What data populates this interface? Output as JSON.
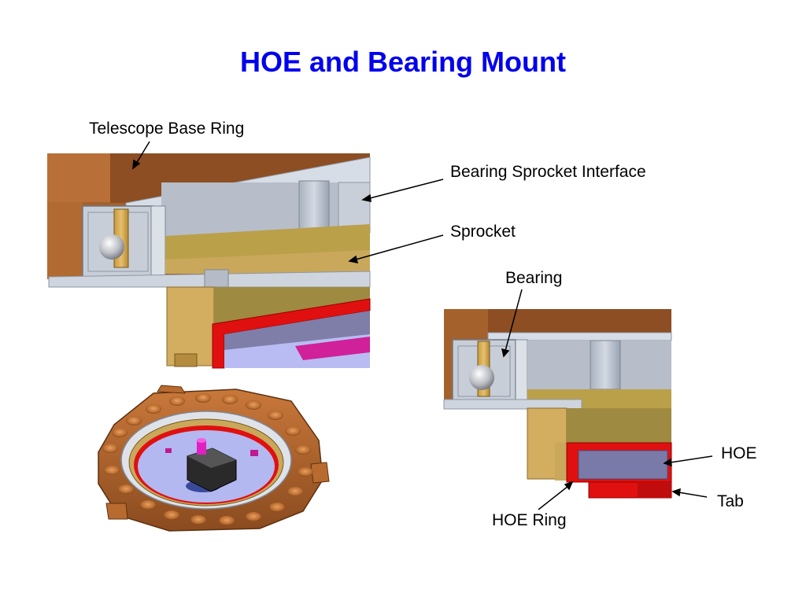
{
  "title": "HOE and Bearing Mount",
  "labels": {
    "telescope_base_ring": "Telescope Base Ring",
    "bearing_sprocket_interface": "Bearing Sprocket Interface",
    "sprocket": "Sprocket",
    "bearing": "Bearing",
    "hoe": "HOE",
    "tab": "Tab",
    "hoe_ring": "HOE Ring"
  },
  "colors": {
    "title": "#0000ee",
    "copper": "#b86b2f",
    "copper_dark": "#7a431b",
    "steel": "#c0c8d4",
    "gold": "#d4a84a",
    "red": "#e01010",
    "hoe_blue": "#7a7aa8",
    "lavender": "#b4b8f0",
    "magenta": "#e020c0"
  }
}
